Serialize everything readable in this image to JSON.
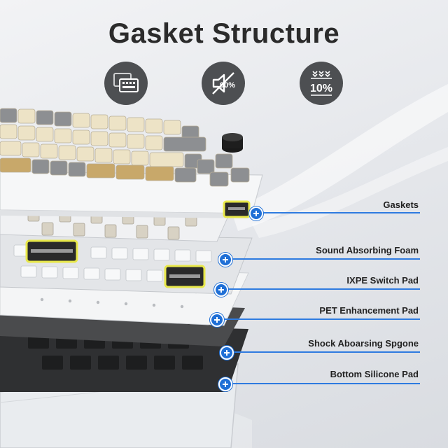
{
  "title": "Gasket Structure",
  "icons": [
    {
      "name": "keyboard-keycap-icon"
    },
    {
      "name": "noise-reduction-icon",
      "text": "90%"
    },
    {
      "name": "compression-icon",
      "text": "10%"
    }
  ],
  "layers": [
    {
      "label": "Gaskets"
    },
    {
      "label": "Sound Absorbing Foam"
    },
    {
      "label": "IXPE Switch Pad"
    },
    {
      "label": "PET Enhancement Pad"
    },
    {
      "label": "Shock Aboarsing Spgone"
    },
    {
      "label": "Bottom Silicone Pad"
    }
  ],
  "colors": {
    "accent": "#1f6fd6",
    "gasket_highlight": "#e8e84a",
    "icon_bg": "#4d4f52"
  }
}
